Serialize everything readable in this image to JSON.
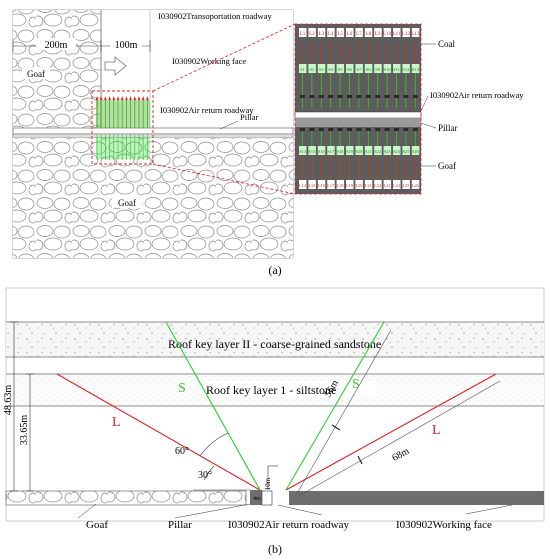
{
  "panel_a": {
    "dim_200": "200m",
    "dim_100": "100m",
    "transport_roadway": "I030902Transoportation roadway",
    "working_face": "I030902Working face",
    "air_return_roadway": "I030902Air return roadway",
    "pillar": "Pillar",
    "goaf_upper": "Goaf",
    "goaf_lower": "Goaf",
    "caption": "(a)"
  },
  "inset": {
    "coal": "Coal",
    "air_return_roadway": "I030902Air return roadway",
    "pillar": "Pillar",
    "goaf": "Goaf",
    "top_labels": [
      "L1",
      "L2",
      "L3",
      "L4",
      "L5",
      "L6",
      "L7",
      "L8",
      "L9",
      "L10",
      "L11",
      "L12",
      "L13"
    ],
    "s_upper": [
      "S1",
      "S2",
      "S3",
      "S4",
      "S5",
      "S6",
      "S7",
      "S8",
      "S9",
      "S10",
      "S11",
      "S12",
      "S13"
    ],
    "s_lower": [
      "S14",
      "S15",
      "S16",
      "S17",
      "S18",
      "S19",
      "S20",
      "S21",
      "S22",
      "S23",
      "S24",
      "S25",
      "S26"
    ],
    "bottom_labels": [
      "L14",
      "L15",
      "L16",
      "L17",
      "L18",
      "L19",
      "L20",
      "L21",
      "L22",
      "L23",
      "L24",
      "L25",
      "L26"
    ]
  },
  "panel_b": {
    "roof_key_2": "Roof key layer II - coarse-grained sandstone",
    "roof_key_1": "Roof key layer 1 - siltstone",
    "h1": "48.63m",
    "h2": "33.65m",
    "label_L_left": "L",
    "label_S_left": "S",
    "label_S_right": "S",
    "label_L_right": "L",
    "angle_60": "60°",
    "angle_30": "30°",
    "len_56": "56m",
    "len_68": "68m",
    "len_10": "10m",
    "len_4": "4m",
    "goaf": "Goaf",
    "pillar": "Pillar",
    "air_return_roadway": "I030902Air return roadway",
    "working_face": "I030902Working face",
    "caption": "(b)"
  },
  "colors": {
    "red": "#e02020",
    "green": "#2fcf2f",
    "grey": "#6e6e6e",
    "dark": "#4a4a4a"
  }
}
